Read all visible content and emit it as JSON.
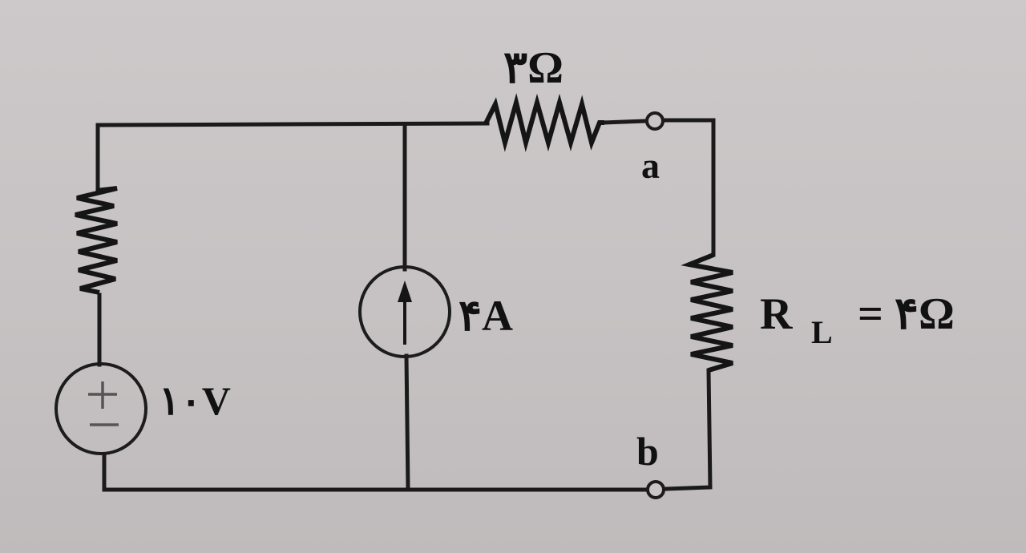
{
  "diagram": {
    "title": "",
    "type": "electric-circuit",
    "colors": {
      "background": "#c9c5c6",
      "ink": "#1a1a1a"
    },
    "components": {
      "series_resistor_top": {
        "label": "۳Ω",
        "value_ohms": 3
      },
      "left_resistor": {
        "label": "",
        "value_ohms": null
      },
      "voltage_source": {
        "label": "۱۰V",
        "value_volts": 10,
        "plus_sign": "+",
        "minus_sign": "−"
      },
      "current_source": {
        "label": "۴A",
        "value_amps": 4,
        "direction": "up"
      },
      "load_resistor": {
        "label_main": "R",
        "label_sub": "L",
        "label_value": "= ۴Ω",
        "value_ohms": 4
      }
    },
    "terminals": {
      "a": {
        "label": "a"
      },
      "b": {
        "label": "b"
      }
    }
  }
}
